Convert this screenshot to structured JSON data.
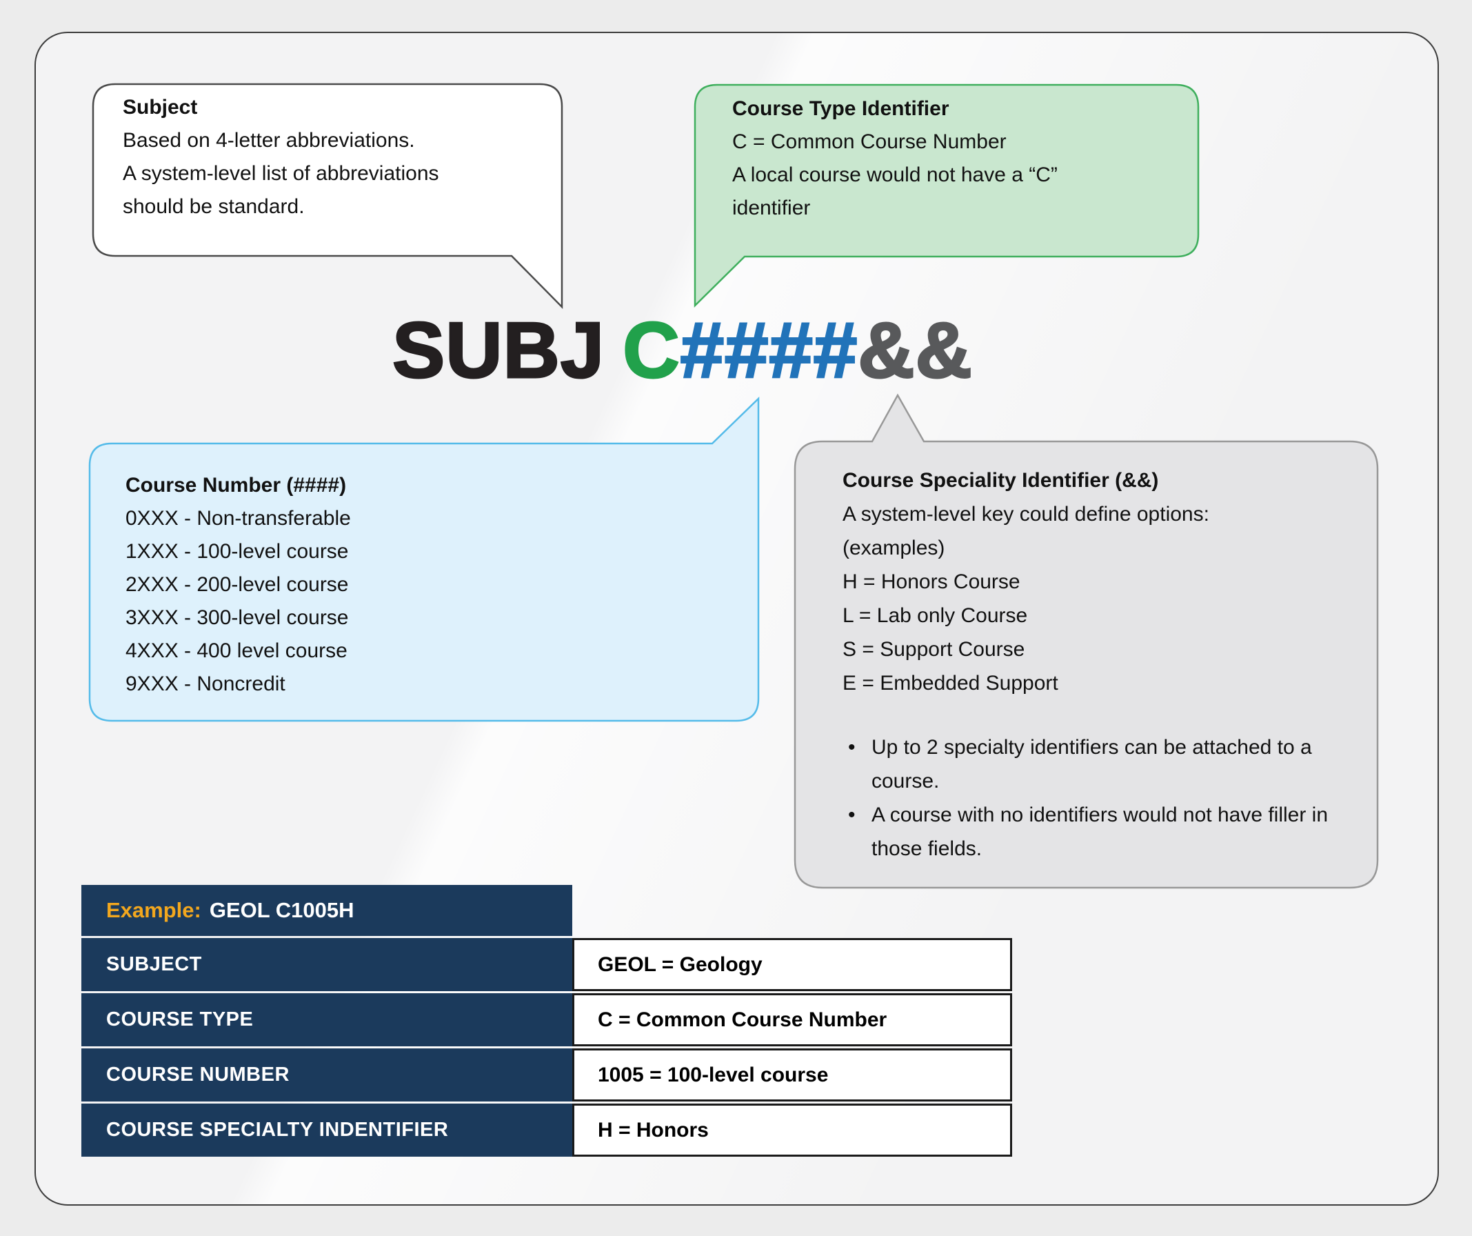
{
  "colors": {
    "page_background": "#ececec",
    "card_background": "#f3f3f4",
    "card_border": "#3d3d3d",
    "title_black": "#231f20",
    "title_green": "#21a14b",
    "title_blue": "#2173b9",
    "title_gray": "#58595b",
    "bubble_white_fill": "#ffffff",
    "bubble_white_border": "#4a4a4a",
    "bubble_green_fill": "#c9e7cf",
    "bubble_green_border": "#3faf5d",
    "bubble_blue_fill": "#def1fc",
    "bubble_blue_border": "#54bbe9",
    "bubble_gray_fill": "#e4e4e6",
    "bubble_gray_border": "#989898",
    "table_navy": "#1b3a5c",
    "table_gold": "#f2a71e"
  },
  "title": {
    "parts": [
      {
        "text": "SUBJ",
        "color": "#231f20"
      },
      {
        "text": "C",
        "color": "#21a14b"
      },
      {
        "text": "####",
        "color": "#2173b9"
      },
      {
        "text": "&&",
        "color": "#58595b"
      }
    ]
  },
  "bubbles": {
    "subject": {
      "heading": "Subject",
      "lines": [
        "Based on 4-letter abbreviations.",
        "A system-level list of abbreviations",
        "should be standard."
      ]
    },
    "course_type": {
      "heading": "Course Type Identifier",
      "lines": [
        "C = Common Course Number",
        "A local course would not have a “C”",
        "identifier"
      ]
    },
    "course_number": {
      "heading": "Course Number (####)",
      "lines": [
        "0XXX - Non-transferable",
        "1XXX - 100-level course",
        "2XXX - 200-level course",
        "3XXX - 300-level course",
        "4XXX - 400 level course",
        "9XXX - Noncredit"
      ]
    },
    "specialty": {
      "heading": "Course Speciality Identifier (&&)",
      "lines": [
        "A system-level key could define options:",
        "(examples)",
        "H = Honors Course",
        "L = Lab only Course",
        "S = Support Course",
        "E = Embedded Support"
      ],
      "bullets": [
        "Up to 2 specialty identifiers can be attached to a course.",
        "A course with no identifiers would not have filler in those fields."
      ]
    }
  },
  "example_table": {
    "header": {
      "label": "Example:",
      "value": "GEOL C1005H"
    },
    "rows": [
      {
        "label": "SUBJECT",
        "value": "GEOL = Geology"
      },
      {
        "label": "COURSE TYPE",
        "value": "C = Common Course Number"
      },
      {
        "label": "COURSE NUMBER",
        "value": "1005 = 100-level course"
      },
      {
        "label": "COURSE SPECIALTY INDENTIFIER",
        "value": "H = Honors"
      }
    ]
  }
}
